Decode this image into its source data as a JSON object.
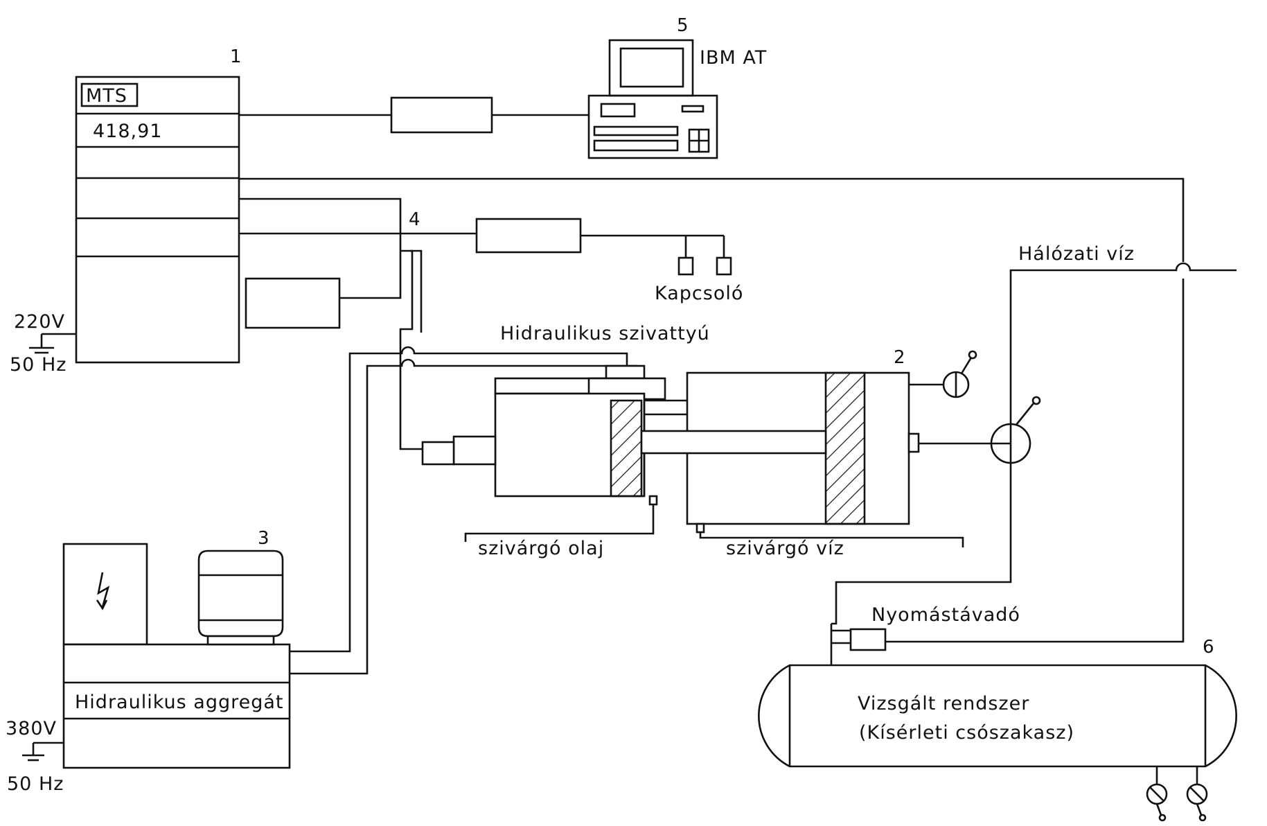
{
  "components": {
    "controller": {
      "number": "1",
      "brand": "MTS",
      "model": "418,91"
    },
    "cylinder": {
      "number": "2"
    },
    "aggregate": {
      "number": "3",
      "label": "Hidraulikus aggregát"
    },
    "junction": {
      "number": "4"
    },
    "computer": {
      "number": "5",
      "label": "IBM AT"
    },
    "test_system": {
      "number": "6",
      "line1": "Vizsgált rendszer",
      "line2": "(Kísérleti csószakasz)"
    }
  },
  "labels": {
    "pump": "Hidraulikus szivattyú",
    "switch": "Kapcsoló",
    "network_water": "Hálózati víz",
    "leak_oil": "szivárgó olaj",
    "leak_water": "szivárgó víz",
    "pressure_transducer": "Nyomástávadó"
  },
  "power": {
    "controller_voltage": "220V",
    "controller_freq": "50 Hz",
    "aggregate_voltage": "380V",
    "aggregate_freq": "50 Hz"
  },
  "icons": {
    "high_voltage": "lightning-bolt-icon",
    "ground": "ground-icon",
    "valve": "valve-icon"
  },
  "colors": {
    "ink": "#111111",
    "paper": "#ffffff"
  }
}
